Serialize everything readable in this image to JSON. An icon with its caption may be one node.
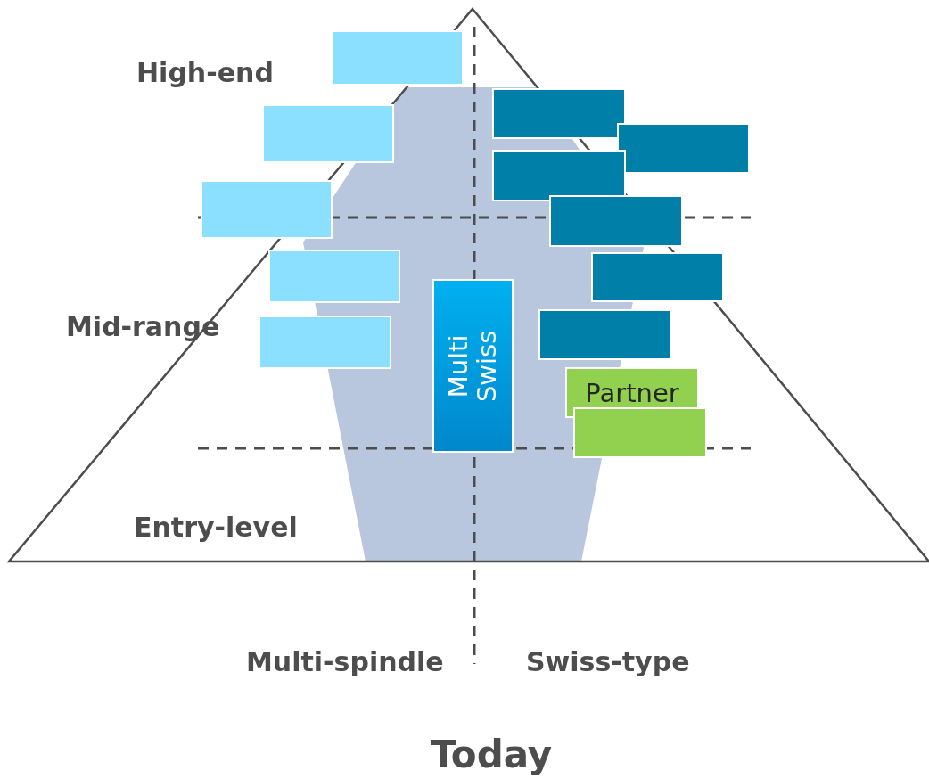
{
  "diagram": {
    "title": "Today",
    "nodes": [
      {
        "text": [],
        "shape": "box"
      },
      {
        "text": [],
        "shape": "box"
      },
      {
        "text": [],
        "shape": "box"
      },
      {
        "text": [],
        "shape": "box"
      },
      {
        "text": [],
        "shape": "box"
      },
      {
        "text": [],
        "shape": "box"
      },
      {
        "text": [],
        "shape": "box"
      },
      {
        "text": [],
        "shape": "box"
      },
      {
        "text": [],
        "shape": "box"
      },
      {
        "text": [],
        "shape": "box"
      },
      {
        "text": [],
        "shape": "box"
      },
      {
        "text": [
          "Multi Swiss"
        ]
      },
      {
        "text": [
          "Partner"
        ]
      },
      {
        "text": [],
        "shape": "box"
      }
    ],
    "edges": [],
    "labels": [
      "High-end",
      "Mid-range",
      "Entry-level",
      "Multi-spindle",
      "Swiss-type"
    ]
  }
}
